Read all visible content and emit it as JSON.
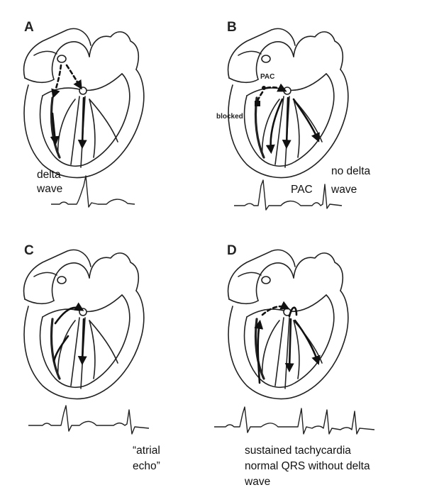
{
  "panels": [
    {
      "letter": "A",
      "captions": [
        "delta",
        "wave"
      ]
    },
    {
      "letter": "B",
      "labels": {
        "pac": "PAC",
        "blocked": "blocked"
      },
      "captions": [
        "PAC",
        "no delta",
        "wave"
      ]
    },
    {
      "letter": "C",
      "captions": [
        "“atrial",
        "echo”"
      ]
    },
    {
      "letter": "D",
      "captions": [
        "sustained tachycardia",
        "normal QRS without delta",
        "wave"
      ]
    }
  ],
  "colors": {
    "ink": "#222222",
    "background": "#ffffff"
  }
}
